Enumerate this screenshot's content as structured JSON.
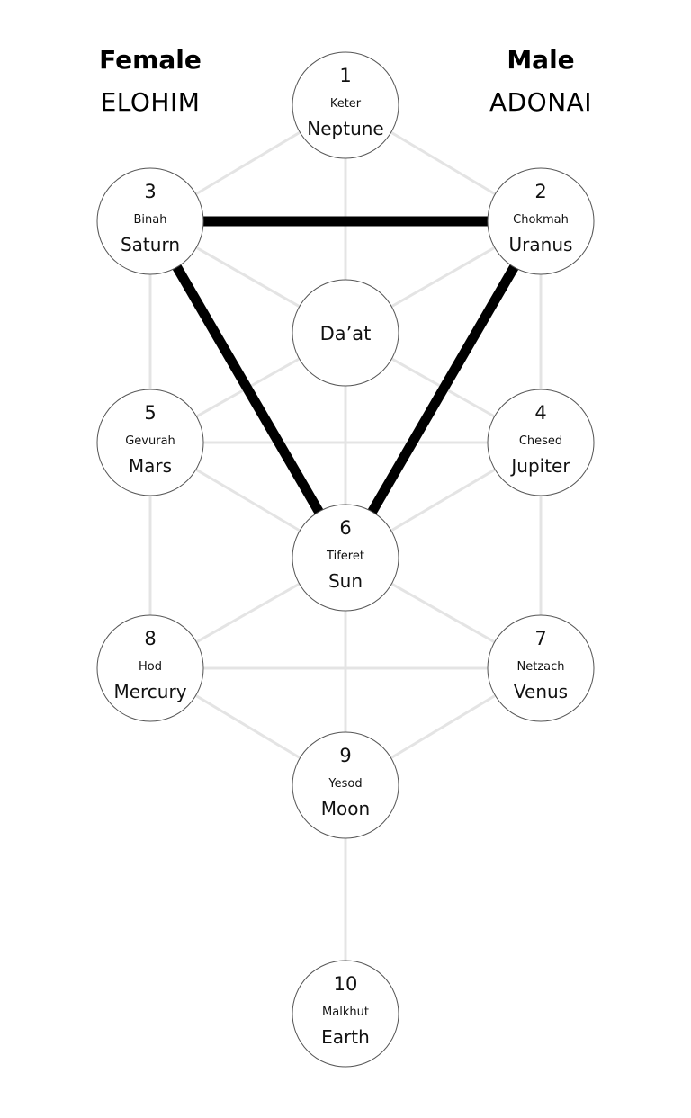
{
  "left_heading": {
    "gender": "Female",
    "name": "ELOHIM"
  },
  "right_heading": {
    "gender": "Male",
    "name": "ADONAI"
  },
  "colors": {
    "path": "#e4e4e4",
    "highlight": "#000000",
    "node_stroke": "#555555",
    "node_fill": "#ffffff"
  },
  "nodes": [
    {
      "id": "keter",
      "number": "1",
      "sefira": "Keter",
      "planet": "Neptune"
    },
    {
      "id": "chokmah",
      "number": "2",
      "sefira": "Chokmah",
      "planet": "Uranus"
    },
    {
      "id": "binah",
      "number": "3",
      "sefira": "Binah",
      "planet": "Saturn"
    },
    {
      "id": "daat",
      "number": "",
      "sefira": "",
      "planet": "",
      "label": "Da’at"
    },
    {
      "id": "chesed",
      "number": "4",
      "sefira": "Chesed",
      "planet": "Jupiter"
    },
    {
      "id": "gevurah",
      "number": "5",
      "sefira": "Gevurah",
      "planet": "Mars"
    },
    {
      "id": "tiferet",
      "number": "6",
      "sefira": "Tiferet",
      "planet": "Sun"
    },
    {
      "id": "netzach",
      "number": "7",
      "sefira": "Netzach",
      "planet": "Venus"
    },
    {
      "id": "hod",
      "number": "8",
      "sefira": "Hod",
      "planet": "Mercury"
    },
    {
      "id": "yesod",
      "number": "9",
      "sefira": "Yesod",
      "planet": "Moon"
    },
    {
      "id": "malkhut",
      "number": "10",
      "sefira": "Malkhut",
      "planet": "Earth"
    }
  ],
  "paths": [
    [
      "keter",
      "binah"
    ],
    [
      "keter",
      "chokmah"
    ],
    [
      "keter",
      "daat"
    ],
    [
      "daat",
      "tiferet"
    ],
    [
      "binah",
      "daat"
    ],
    [
      "chokmah",
      "daat"
    ],
    [
      "binah",
      "gevurah"
    ],
    [
      "chokmah",
      "chesed"
    ],
    [
      "daat",
      "gevurah"
    ],
    [
      "daat",
      "chesed"
    ],
    [
      "gevurah",
      "chesed"
    ],
    [
      "gevurah",
      "tiferet"
    ],
    [
      "chesed",
      "tiferet"
    ],
    [
      "gevurah",
      "hod"
    ],
    [
      "chesed",
      "netzach"
    ],
    [
      "tiferet",
      "hod"
    ],
    [
      "tiferet",
      "netzach"
    ],
    [
      "hod",
      "netzach"
    ],
    [
      "tiferet",
      "yesod"
    ],
    [
      "hod",
      "yesod"
    ],
    [
      "netzach",
      "yesod"
    ],
    [
      "yesod",
      "malkhut"
    ]
  ],
  "highlighted_paths": [
    [
      "binah",
      "chokmah"
    ],
    [
      "binah",
      "tiferet"
    ],
    [
      "chokmah",
      "tiferet"
    ]
  ]
}
